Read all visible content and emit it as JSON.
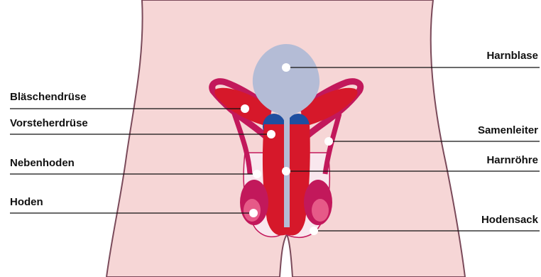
{
  "colors": {
    "skin": "#f6d6d6",
    "skin_outline": "#7a4a5a",
    "bladder": "#b4bcd6",
    "organ_red": "#d6182a",
    "organ_magenta": "#c2185b",
    "prostate_blue": "#1e4fa0",
    "scrotum_pale": "#f9e7ee",
    "dot": "#ffffff",
    "leader_line": "#111111"
  },
  "labels": {
    "left": {
      "blaeschendruese": "Bläschendrüse",
      "vorsteherdruese": "Vorsteherdrüse",
      "nebenhoden": "Nebenhoden",
      "hoden": "Hoden"
    },
    "right": {
      "harnblase": "Harnblase",
      "samenleiter": "Samenleiter",
      "harnroehre": "Harnröhre",
      "hodensack": "Hodensack"
    }
  }
}
